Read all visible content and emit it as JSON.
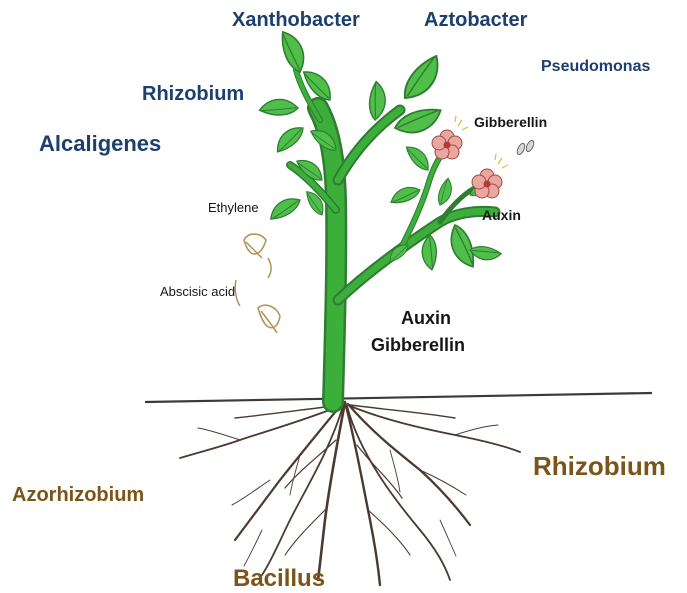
{
  "microbes_above": {
    "xanthobacter": "Xanthobacter",
    "aztobacter": "Aztobacter",
    "pseudomonas": "Pseudomonas",
    "rhizobium": "Rhizobium",
    "alcaligenes": "Alcaligenes"
  },
  "microbes_below": {
    "rhizobium": "Rhizobium",
    "azorhizobium": "Azorhizobium",
    "bacillus": "Bacillus"
  },
  "hormones": {
    "gibberellin_top": "Gibberellin",
    "auxin_branch": "Auxin",
    "ethylene": "Ethylene",
    "abscisic_acid": "Abscisic acid",
    "stem_auxin": "Auxin",
    "stem_gibberellin": "Gibberellin"
  },
  "colors": {
    "microbe_blue": "#1c3f6e",
    "microbe_brown": "#7a5418",
    "leaf_green": "#4fbf4a",
    "stem_green": "#2f9e2f",
    "root_brown": "#4a3a30",
    "flower_pink": "#e9a7a0"
  }
}
